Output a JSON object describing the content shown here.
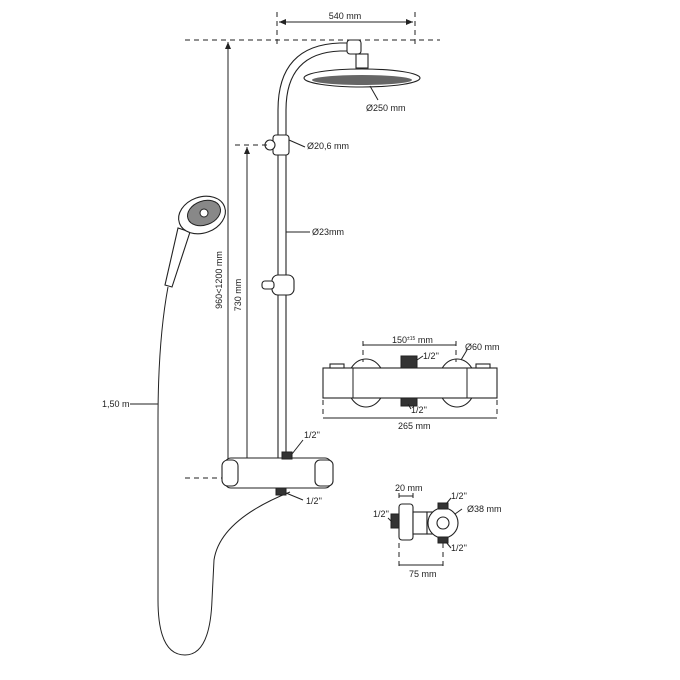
{
  "overhead": {
    "arm_width": "540 mm",
    "head_diameter": "Ø250 mm",
    "bracket_diameter": "Ø20,6 mm"
  },
  "rail": {
    "tube_diameter": "Ø23mm",
    "total_height": "960<1200 mm",
    "bracket_height": "730 mm"
  },
  "hose": {
    "length": "1,50 m"
  },
  "mixer_front": {
    "inlet_top": "1/2''",
    "outlet_bottom": "1/2''"
  },
  "thermostat_front": {
    "centers": "150",
    "tolerance": "±15",
    "centers_unit": "mm",
    "top_thread": "1/2''",
    "knob_diameter": "Ø60 mm",
    "bottom_thread": "1/2''",
    "width": "265 mm"
  },
  "thermostat_side": {
    "depth": "20 mm",
    "left_thread": "1/2''",
    "top_thread": "1/2''",
    "knob_diameter": "Ø38 mm",
    "bottom_thread": "1/2''",
    "offset": "75 mm"
  }
}
